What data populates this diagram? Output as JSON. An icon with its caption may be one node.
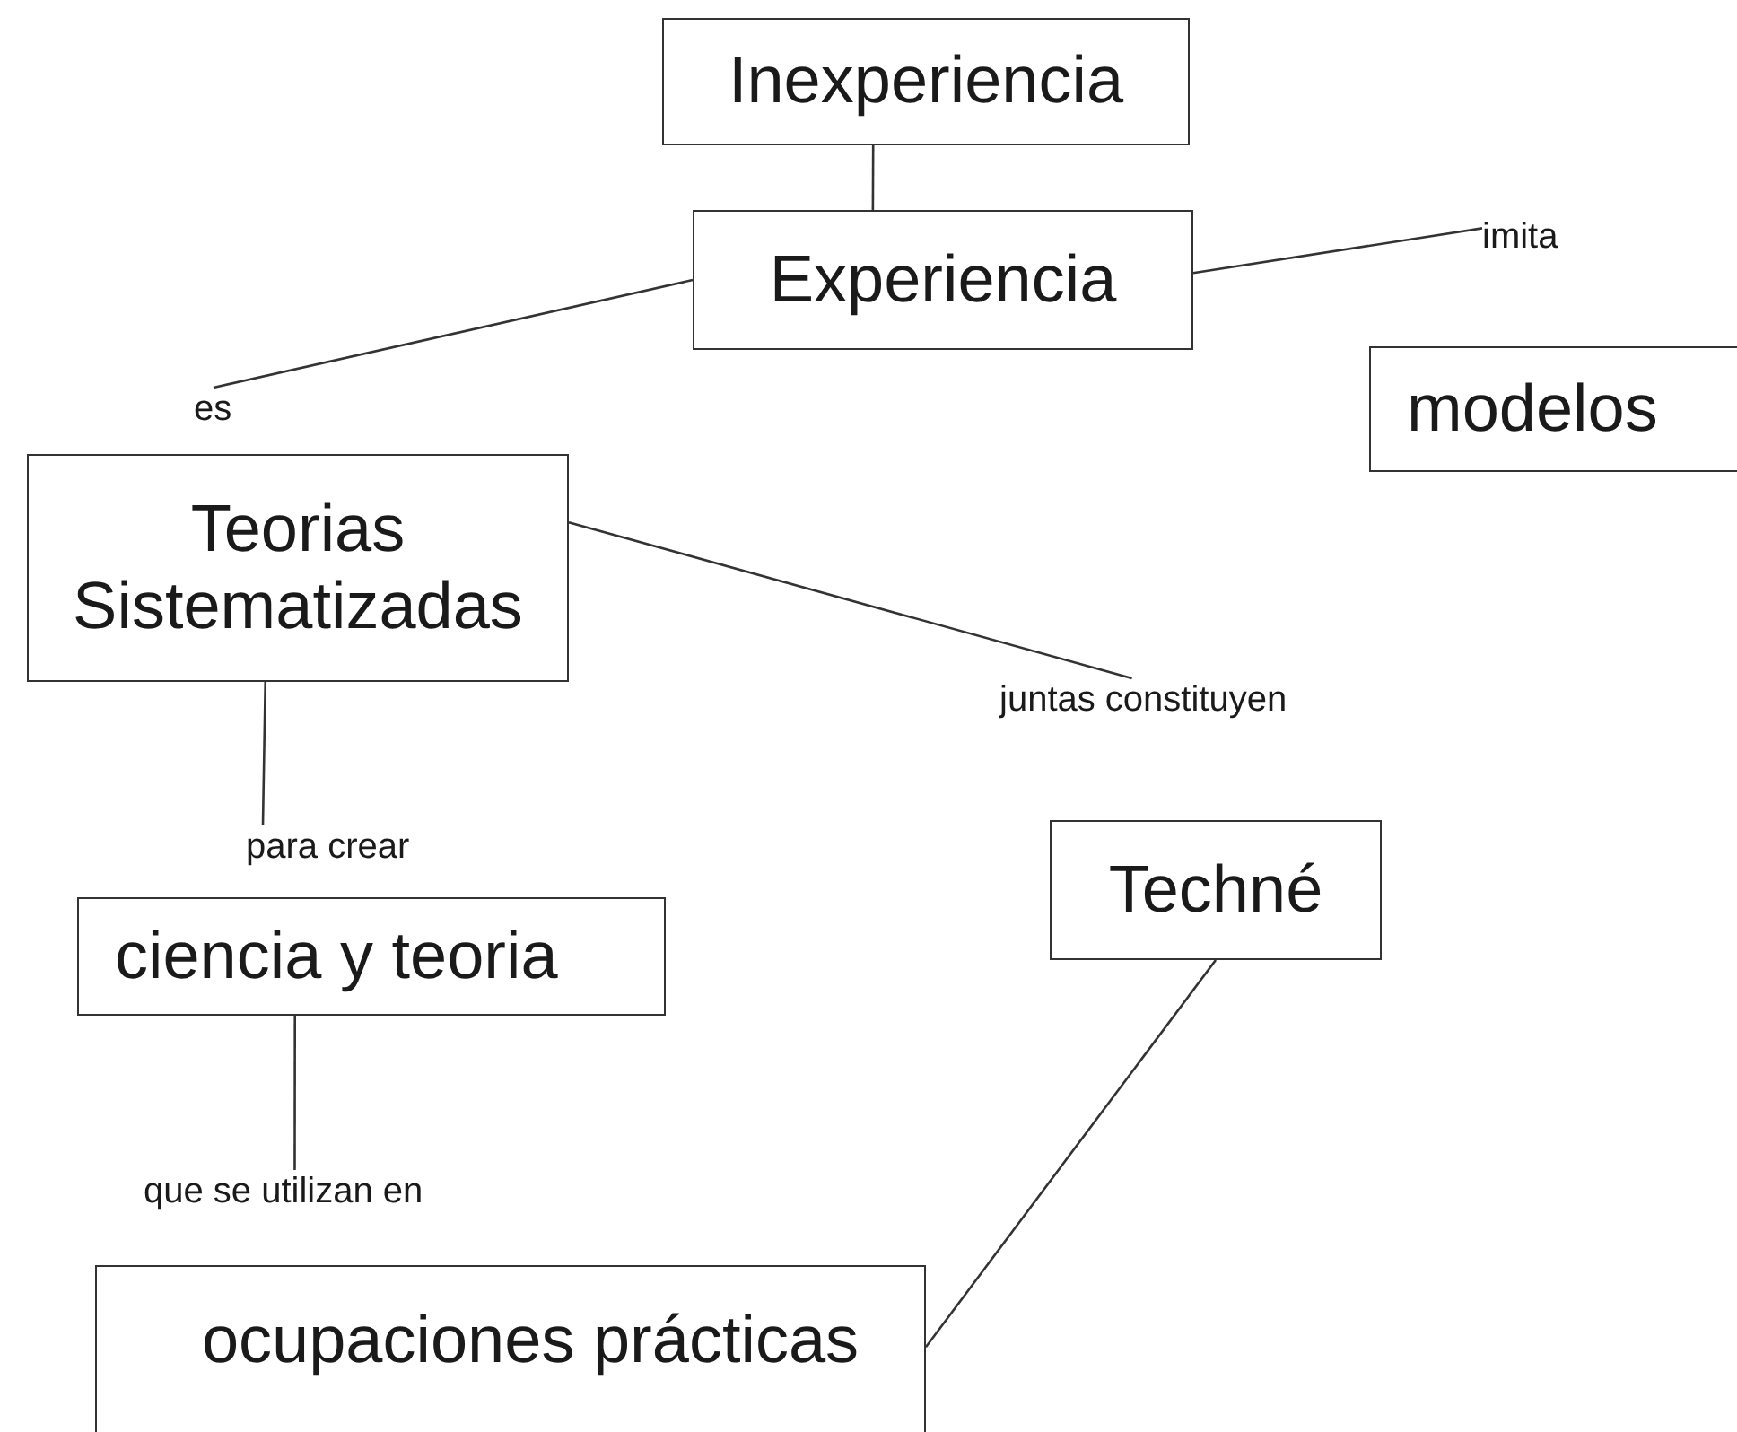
{
  "diagram": {
    "nodes": [
      {
        "text": [
          "Inexperiencia"
        ]
      },
      {
        "text": [
          "Experiencia"
        ]
      },
      {
        "text": [
          "imita"
        ]
      },
      {
        "text": [
          "es"
        ]
      },
      {
        "text": [
          "modelos"
        ]
      },
      {
        "text": [
          "Teorias Sistematizadas"
        ]
      },
      {
        "text": [
          "juntas constituyen"
        ]
      },
      {
        "text": [
          "para crear"
        ]
      },
      {
        "text": [
          "Techné"
        ]
      },
      {
        "text": [
          "ciencia y teoria"
        ]
      },
      {
        "text": [
          "que se utilizan en"
        ]
      },
      {
        "text": [
          "ocupaciones prácticas"
        ]
      }
    ],
    "edges": [
      {
        "from": 0,
        "to": 1,
        "arrow": "none"
      },
      {
        "from": 1,
        "to": 3,
        "arrow": "none"
      },
      {
        "from": 1,
        "to": 2,
        "arrow": "none"
      },
      {
        "from": 5,
        "to": 6,
        "arrow": "none"
      },
      {
        "from": 5,
        "to": 7,
        "arrow": "none"
      },
      {
        "from": 9,
        "to": 10,
        "arrow": "none"
      },
      {
        "from": 8,
        "to": 11,
        "arrow": "none"
      }
    ]
  }
}
